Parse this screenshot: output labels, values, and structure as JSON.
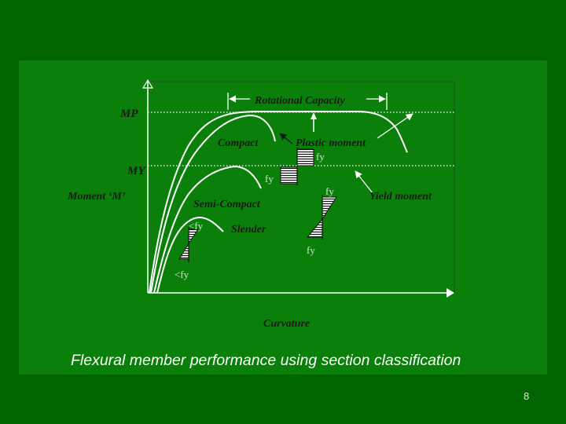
{
  "diagram": {
    "axis_y_label": "Moment ‘M’",
    "axis_x_label": "Curvature",
    "mp_label": "MP",
    "my_label": "MY",
    "rotational_capacity": "Rotational Capacity",
    "compact": "Compact",
    "plastic_moment": "Plastic moment",
    "yield_moment": "Yield moment",
    "semi_compact": "Semi-Compact",
    "slender": "Slender",
    "fy_plastic": "fy",
    "fy_upper": "fy",
    "fy_yield": "fy",
    "fy_lower": "fy",
    "lt_fy_semi": "<fy",
    "lt_fy_slender": "<fy"
  },
  "caption": "Flexural member performance using section classification",
  "page_number": "8",
  "colors": {
    "background": "#006400",
    "panel": "#0a800a",
    "curve": "#ffffff",
    "label": "#1a1a1a"
  }
}
